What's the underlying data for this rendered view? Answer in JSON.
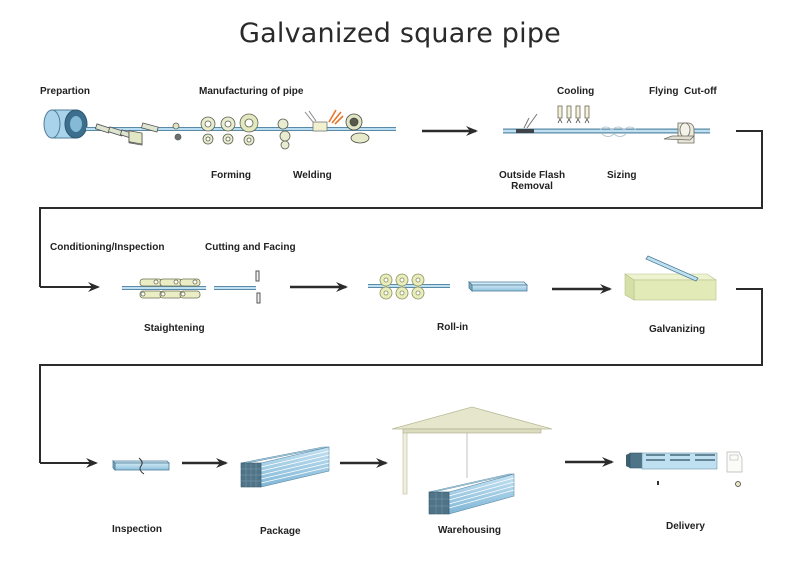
{
  "title": "Galvanized square pipe",
  "colors": {
    "pipe": "#a9d4ea",
    "pipe_stroke": "#5a8aa6",
    "roller": "#e8ecc8",
    "roller_stroke": "#6b6f55",
    "bath": "#dfe9b4",
    "roof": "#e5e6cc",
    "bundle_face": "#4f7387",
    "arrow": "#2b2b2b",
    "text": "#222222"
  },
  "rows": [
    {
      "stage_labels": [
        {
          "id": "preparation",
          "text": "Prepartion"
        },
        {
          "id": "manufacturing",
          "text": "Manufacturing of pipe"
        },
        {
          "id": "forming",
          "text": "Forming"
        },
        {
          "id": "welding",
          "text": "Welding"
        },
        {
          "id": "cooling",
          "text": "Cooling"
        },
        {
          "id": "flying-cutoff",
          "text": "Flying  Cut-off"
        },
        {
          "id": "outside-flash-removal",
          "text": "Outside Flash\nRemoval"
        },
        {
          "id": "sizing",
          "text": "Sizing"
        }
      ]
    },
    {
      "stage_labels": [
        {
          "id": "conditioning-inspection",
          "text": "Conditioning/Inspection"
        },
        {
          "id": "cutting-facing",
          "text": "Cutting and Facing"
        },
        {
          "id": "straightening",
          "text": "Staightening"
        },
        {
          "id": "roll-in",
          "text": "Roll-in"
        },
        {
          "id": "galvanizing",
          "text": "Galvanizing"
        }
      ]
    },
    {
      "stage_labels": [
        {
          "id": "inspection",
          "text": "Inspection"
        },
        {
          "id": "package",
          "text": "Package"
        },
        {
          "id": "warehousing",
          "text": "Warehousing"
        },
        {
          "id": "delivery",
          "text": "Delivery"
        }
      ]
    }
  ],
  "flow_order": [
    "Prepartion",
    "Forming",
    "Welding",
    "Outside Flash Removal",
    "Cooling",
    "Sizing",
    "Flying Cut-off",
    "Conditioning/Inspection",
    "Staightening",
    "Cutting and Facing",
    "Roll-in",
    "Galvanizing",
    "Inspection",
    "Package",
    "Warehousing",
    "Delivery"
  ]
}
